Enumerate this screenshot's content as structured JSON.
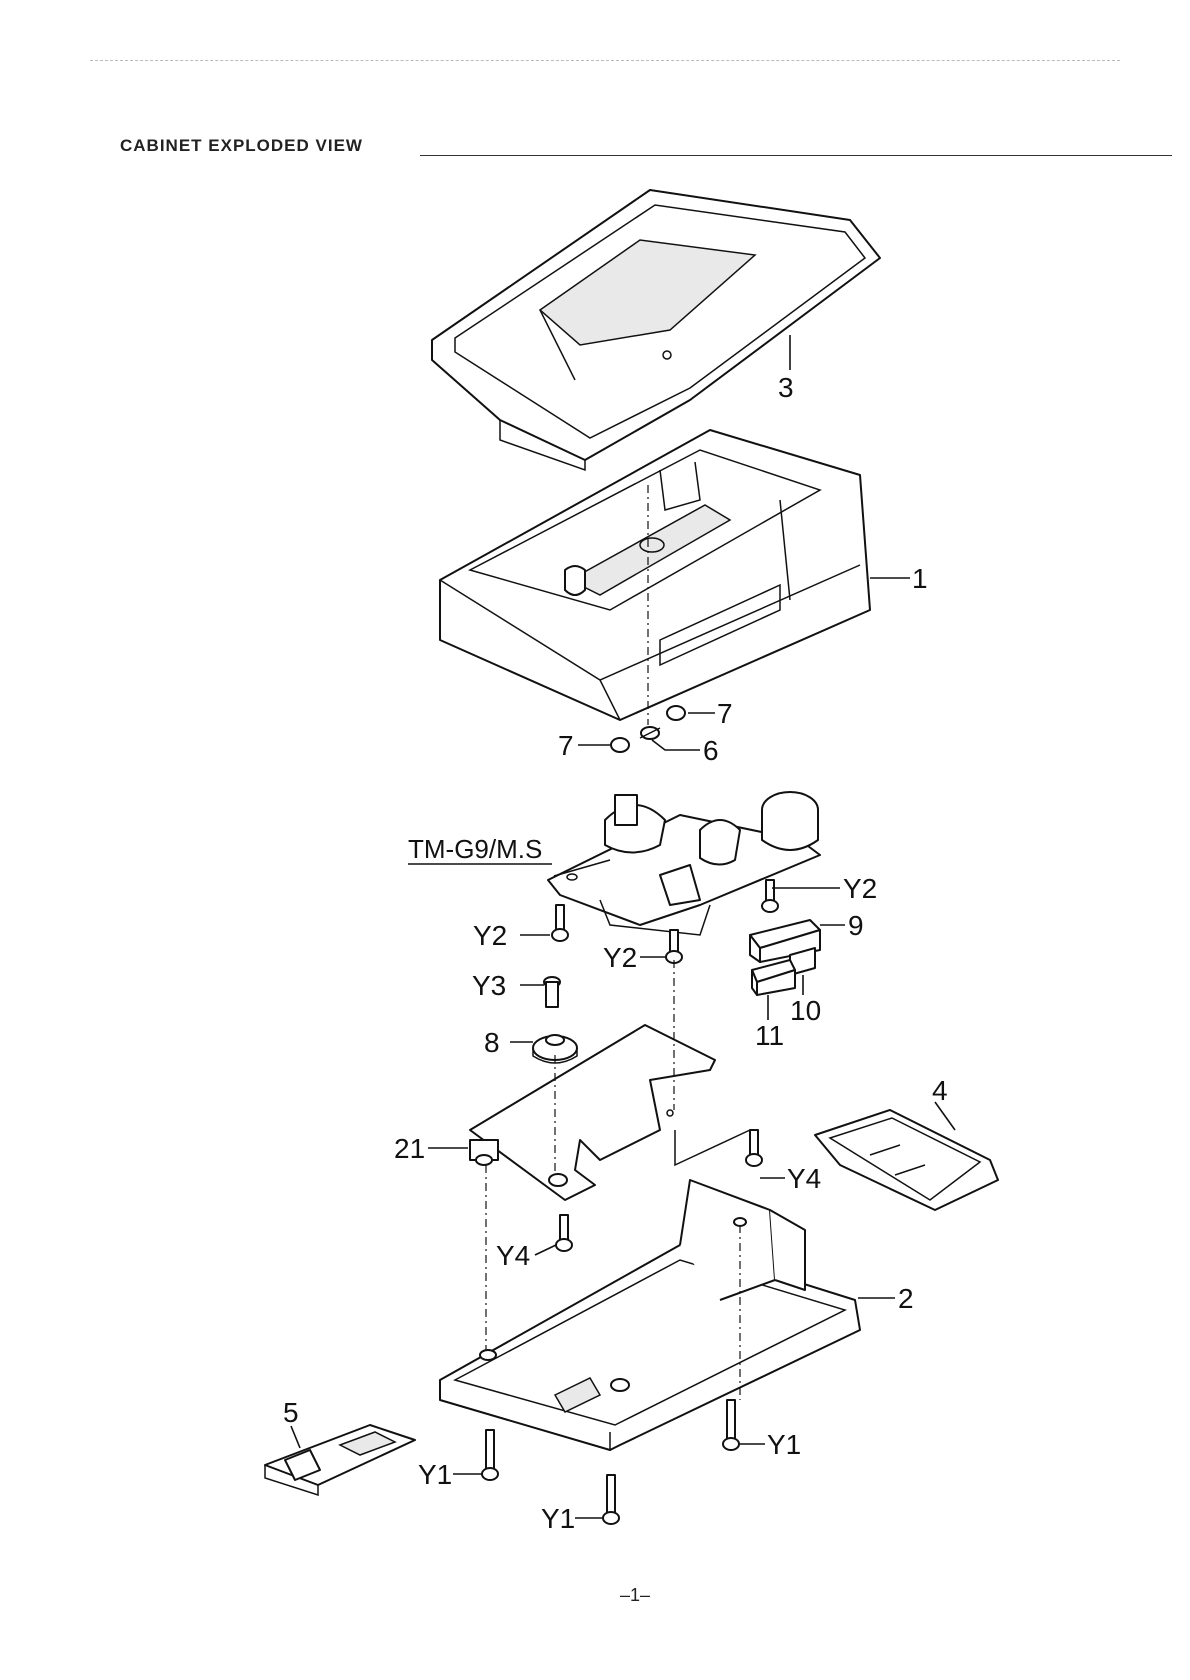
{
  "title": "CABINET EXPLODED VIEW",
  "model_label": "TM-G9/M.S",
  "page_number": "–1–",
  "labels": {
    "p1": "1",
    "p2": "2",
    "p3": "3",
    "p4": "4",
    "p5": "5",
    "p6": "6",
    "p7a": "7",
    "p7b": "7",
    "p8": "8",
    "p9": "9",
    "p10": "10",
    "p11": "11",
    "p21": "21",
    "y1a": "Y1",
    "y1b": "Y1",
    "y1c": "Y1",
    "y2a": "Y2",
    "y2b": "Y2",
    "y2c": "Y2",
    "y3": "Y3",
    "y4a": "Y4",
    "y4b": "Y4"
  }
}
